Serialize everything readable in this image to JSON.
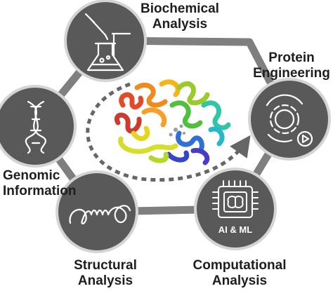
{
  "nodes": [
    {
      "id": "biochemical",
      "lines": [
        "Biochemical",
        "Analysis"
      ],
      "icon": "flask-pipette-icon"
    },
    {
      "id": "protein",
      "lines": [
        "Protein",
        "Engineering"
      ],
      "icon": "gear-play-icon"
    },
    {
      "id": "computational",
      "lines": [
        "Computational",
        "Analysis"
      ],
      "icon": "ai-chip-icon",
      "badge": "AI & ML"
    },
    {
      "id": "structural",
      "lines": [
        "Structural",
        "Analysis"
      ],
      "icon": "protein-chain-icon"
    },
    {
      "id": "genomic",
      "lines": [
        "Genomic",
        "Information"
      ],
      "icon": "dna-helix-icon"
    }
  ],
  "colors": {
    "node_fill": "#595959",
    "node_ring": "#d4d4d4",
    "connector": "#7f7f7f",
    "icon_stroke": "#ffffff",
    "text": "#1e1e1e",
    "cycle_arrow": "#666666"
  },
  "center_image": "protein-ribbon-structure"
}
